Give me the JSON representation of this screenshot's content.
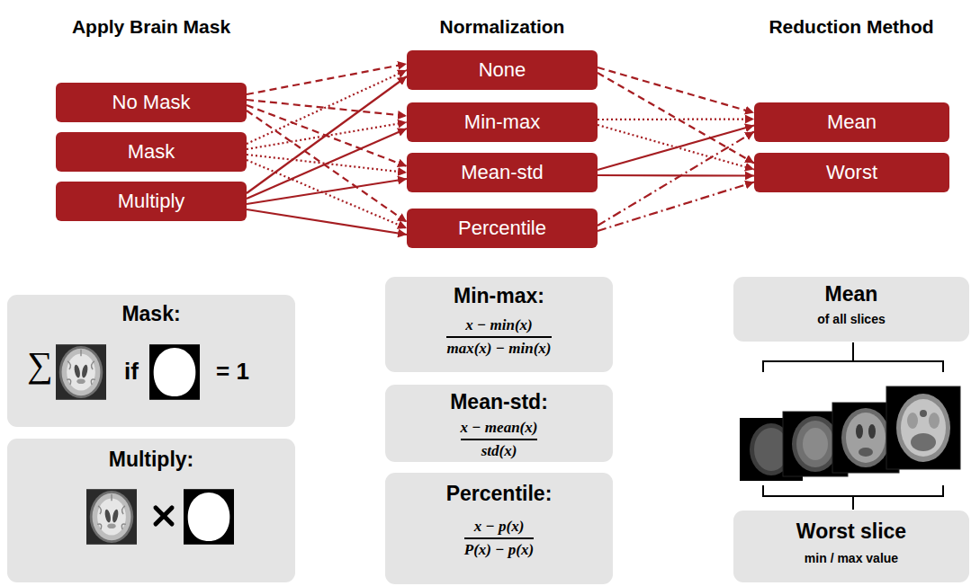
{
  "diagram": {
    "nodes": [
      {
        "text": [
          "No Mask"
        ]
      },
      {
        "text": [
          "Mask"
        ]
      },
      {
        "text": [
          "Multiply"
        ]
      },
      {
        "text": [
          "None"
        ]
      },
      {
        "text": [
          "Min-max"
        ]
      },
      {
        "text": [
          "Mean-std"
        ]
      },
      {
        "text": [
          "Percentile"
        ]
      },
      {
        "text": [
          "Mean"
        ]
      },
      {
        "text": [
          "Worst"
        ]
      },
      {
        "text": [
          "Mask:",
          "∑",
          "if",
          "= 1"
        ]
      },
      {
        "text": [
          "Multiply:"
        ]
      },
      {
        "text": [
          "Min-max:",
          "x − min(x)",
          "max(x) − min(x)"
        ]
      },
      {
        "text": [
          "Mean-std:",
          "x − mean(x)",
          "std(x)"
        ]
      },
      {
        "text": [
          "Percentile:",
          "x − p(x)",
          "P(x) − p(x)"
        ]
      },
      {
        "text": [
          "Mean",
          "of all slices"
        ]
      },
      {
        "text": [
          "Worst slice",
          "min / max value"
        ]
      }
    ],
    "edges": [
      {
        "from": 0,
        "to": 3,
        "arrow": "to"
      },
      {
        "from": 0,
        "to": 4,
        "arrow": "to"
      },
      {
        "from": 0,
        "to": 5,
        "arrow": "to"
      },
      {
        "from": 0,
        "to": 6,
        "arrow": "to"
      },
      {
        "from": 1,
        "to": 3,
        "arrow": "to"
      },
      {
        "from": 1,
        "to": 4,
        "arrow": "to"
      },
      {
        "from": 1,
        "to": 5,
        "arrow": "to"
      },
      {
        "from": 1,
        "to": 6,
        "arrow": "to"
      },
      {
        "from": 2,
        "to": 3,
        "arrow": "to"
      },
      {
        "from": 2,
        "to": 4,
        "arrow": "to"
      },
      {
        "from": 2,
        "to": 5,
        "arrow": "to"
      },
      {
        "from": 2,
        "to": 6,
        "arrow": "to"
      },
      {
        "from": 3,
        "to": 7,
        "arrow": "to"
      },
      {
        "from": 3,
        "to": 8,
        "arrow": "to"
      },
      {
        "from": 4,
        "to": 7,
        "arrow": "to"
      },
      {
        "from": 4,
        "to": 8,
        "arrow": "to"
      },
      {
        "from": 5,
        "to": 7,
        "arrow": "to"
      },
      {
        "from": 5,
        "to": 8,
        "arrow": "to"
      },
      {
        "from": 6,
        "to": 7,
        "arrow": "to"
      },
      {
        "from": 6,
        "to": 8,
        "arrow": "to"
      }
    ],
    "labels": [
      "Apply Brain Mask",
      "Normalization",
      "Reduction Method"
    ]
  }
}
